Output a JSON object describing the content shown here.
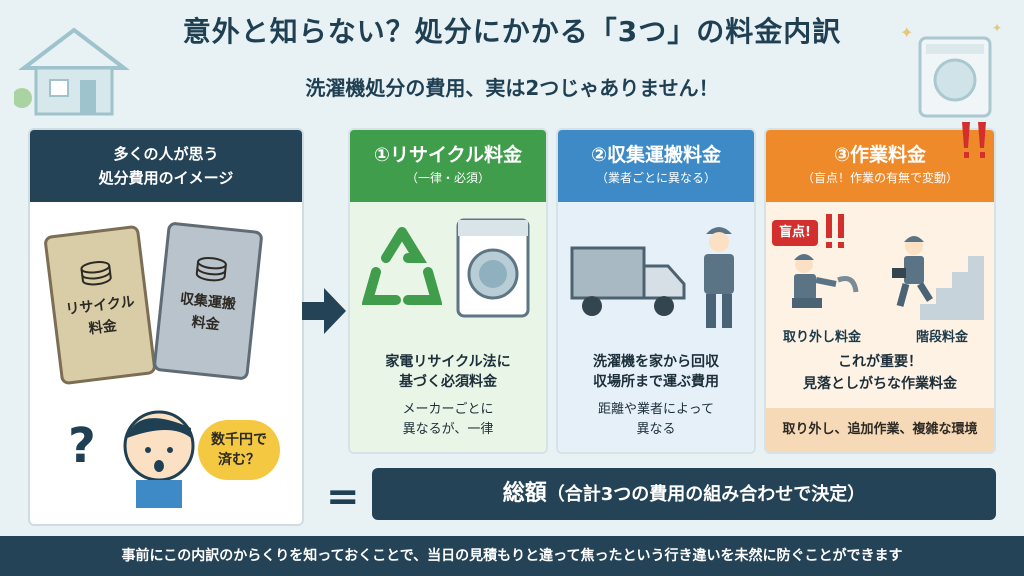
{
  "title": "意外と知らない？処分にかかる「3つ」の料金内訳",
  "subtitle": "洗濯機処分の費用、実は2つじゃありません！",
  "left_panel": {
    "heading_line1": "多くの人が思う",
    "heading_line2": "処分費用のイメージ",
    "card1_line1": "リサイクル",
    "card1_line2": "料金",
    "card2_line1": "収集運搬",
    "card2_line2": "料金",
    "question_mark": "?",
    "bubble_line1": "数千円で",
    "bubble_line2": "済む？"
  },
  "columns": [
    {
      "heading": "①リサイクル料金",
      "sub": "（一律・必須）",
      "text1_line1": "家電リサイクル法に",
      "text1_line2": "基づく必須料金",
      "text2_line1": "メーカーごとに",
      "text2_line2": "異なるが、一律",
      "color": "#3f9d4b"
    },
    {
      "heading": "②収集運搬料金",
      "sub": "（業者ごとに異なる）",
      "text1_line1": "洗濯機を家から回収",
      "text1_line2": "収場所まで運ぶ費用",
      "text2_line1": "距離や業者によって",
      "text2_line2": "異なる",
      "color": "#3d8ac7"
    },
    {
      "heading": "③作業料金",
      "sub": "（盲点！作業の有無で変動）",
      "badge": "盲点!",
      "label_left": "取り外し料金",
      "label_right": "階段料金",
      "text1_line1": "これが重要！",
      "text1_line2": "見落としがちな作業料金",
      "footer": "取り外し、追加作業、複雑な環境",
      "color": "#ef8a2a"
    }
  ],
  "equals_sign": "=",
  "total": {
    "main": "総額",
    "paren": "（合計3つの費用の組み合わせで決定）"
  },
  "footer_text": "事前にこの内訳のからくりを知っておくことで、当日の見積もりと違って焦ったという行き違いを未然に防ぐことができます",
  "icons": {
    "house": "house-icon",
    "washer": "washing-machine-icon",
    "recycle": "recycle-icon",
    "truck": "truck-icon",
    "worker": "worker-icon",
    "arrow": "arrow-right-icon",
    "coins": "coins-icon",
    "exclamation": "exclamation-icon"
  }
}
